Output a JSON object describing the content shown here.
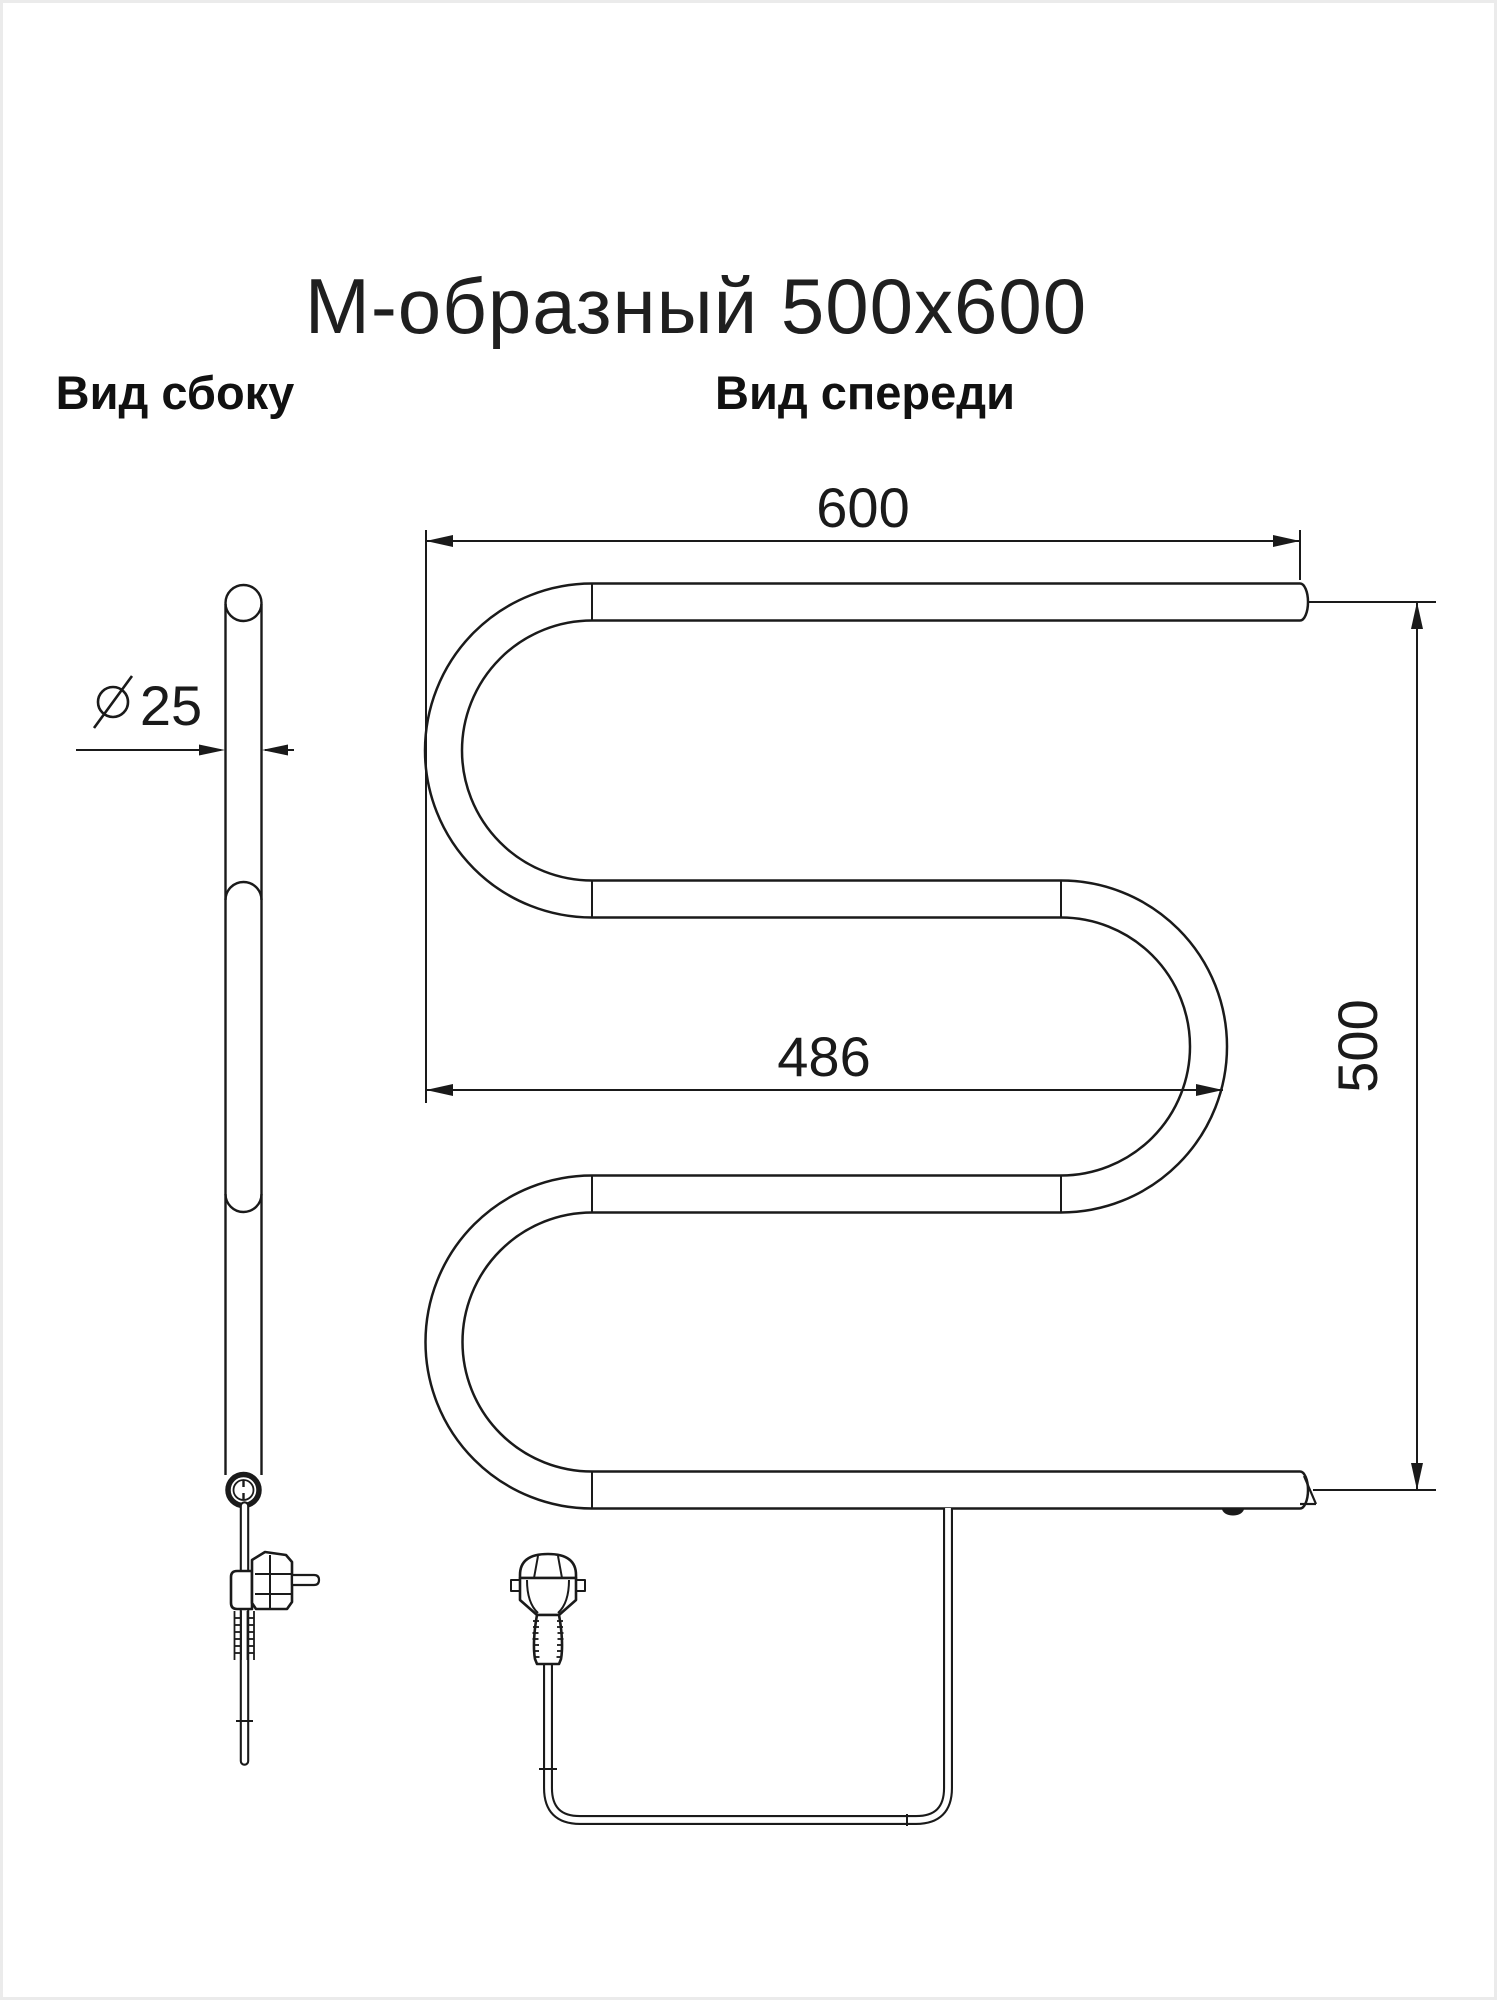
{
  "title": "М-образный 500x600",
  "views": {
    "side_label": "Вид сбоку",
    "front_label": "Вид спереди"
  },
  "dimensions": {
    "overall_width_mm": "600",
    "inner_width_mm": "486",
    "overall_height_mm": "500",
    "tube_diameter_mm": "25",
    "diameter_symbol": "⌀"
  },
  "drawing": {
    "object": "M-shaped towel dryer, front view serpentine tube with power plug and cord, side view single tube with plug",
    "line_color": "#1a1a1a",
    "background_color": "#ffffff",
    "border_color": "#ebebeb"
  }
}
